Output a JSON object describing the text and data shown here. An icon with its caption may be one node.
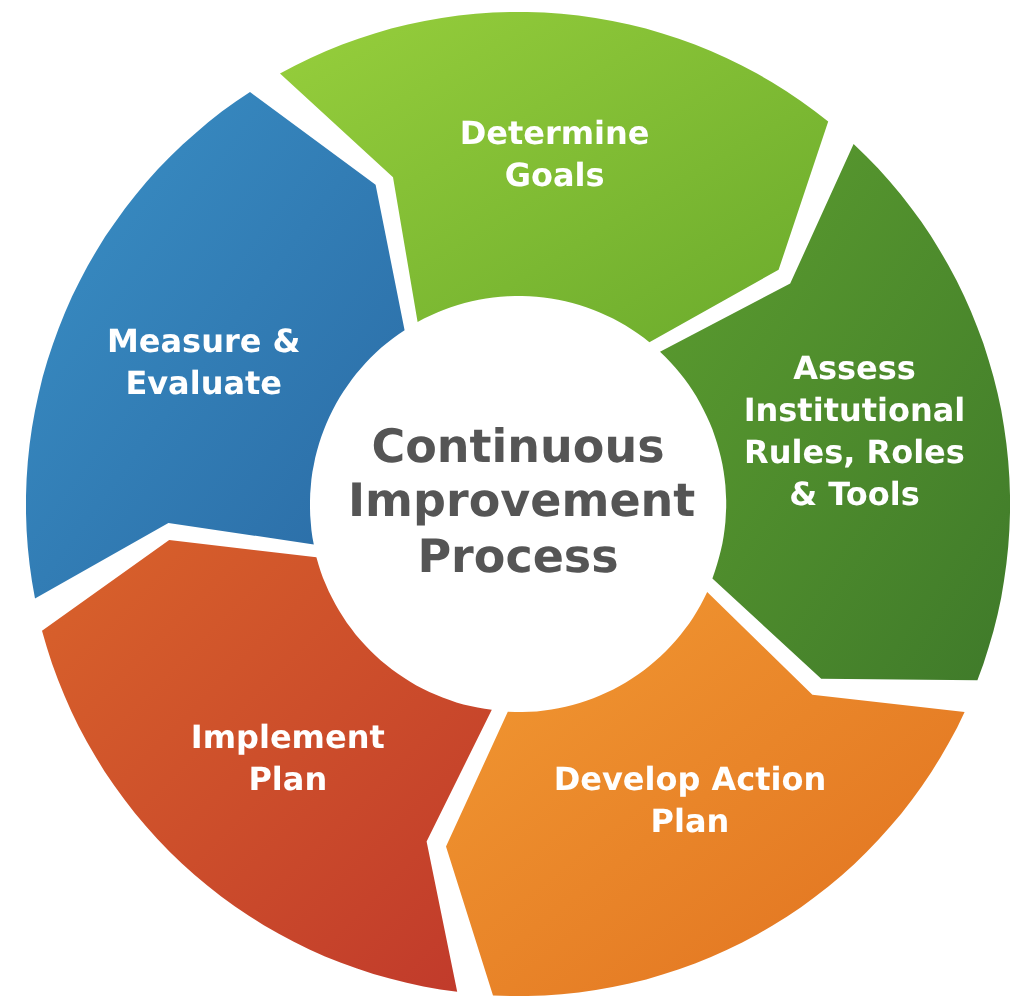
{
  "diagram": {
    "nodes": [
      {
        "text": [
          "Continuous Improvement Process"
        ]
      },
      {
        "text": [
          "Determine Goals"
        ]
      },
      {
        "text": [
          "Assess Institutional Rules, Roles & Tools"
        ]
      },
      {
        "text": [
          "Develop Action Plan"
        ]
      },
      {
        "text": [
          "Implement Plan"
        ]
      },
      {
        "text": [
          "Measure & Evaluate"
        ]
      }
    ]
  }
}
